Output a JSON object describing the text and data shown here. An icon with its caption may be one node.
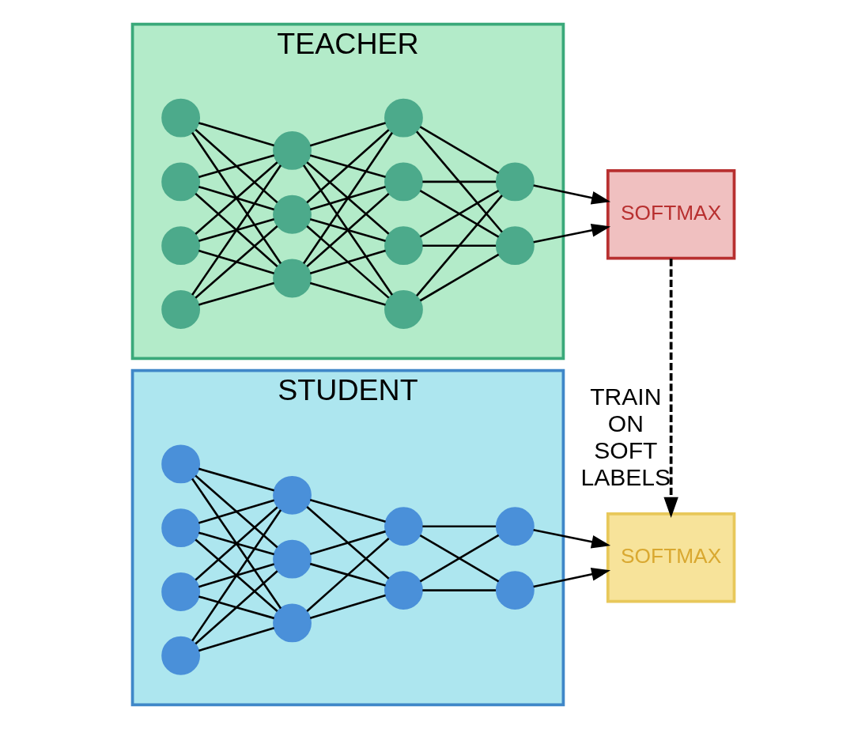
{
  "diagram": {
    "nodes": [
      {
        "text": [
          "TEACHER"
        ]
      },
      {
        "text": [],
        "shape": "circle",
        "in": 0
      },
      {
        "text": [],
        "shape": "circle",
        "in": 0
      },
      {
        "text": [],
        "shape": "circle",
        "in": 0
      },
      {
        "text": [],
        "shape": "circle",
        "in": 0
      },
      {
        "text": [],
        "shape": "circle",
        "in": 0
      },
      {
        "text": [],
        "shape": "circle",
        "in": 0
      },
      {
        "text": [],
        "shape": "circle",
        "in": 0
      },
      {
        "text": [],
        "shape": "circle",
        "in": 0
      },
      {
        "text": [],
        "shape": "circle",
        "in": 0
      },
      {
        "text": [],
        "shape": "circle",
        "in": 0
      },
      {
        "text": [],
        "shape": "circle",
        "in": 0
      },
      {
        "text": [],
        "shape": "circle",
        "in": 0
      },
      {
        "text": [],
        "shape": "circle",
        "in": 0
      },
      {
        "text": [
          "SOFTMAX"
        ]
      },
      {
        "text": [
          "STUDENT"
        ]
      },
      {
        "text": [],
        "shape": "circle",
        "in": 15
      },
      {
        "text": [],
        "shape": "circle",
        "in": 15
      },
      {
        "text": [],
        "shape": "circle",
        "in": 15
      },
      {
        "text": [],
        "shape": "circle",
        "in": 15
      },
      {
        "text": [],
        "shape": "circle",
        "in": 15
      },
      {
        "text": [],
        "shape": "circle",
        "in": 15
      },
      {
        "text": [],
        "shape": "circle",
        "in": 15
      },
      {
        "text": [],
        "shape": "circle",
        "in": 15
      },
      {
        "text": [],
        "shape": "circle",
        "in": 15
      },
      {
        "text": [],
        "shape": "circle",
        "in": 15
      },
      {
        "text": [],
        "shape": "circle",
        "in": 15
      },
      {
        "text": [
          "SOFTMAX"
        ]
      }
    ],
    "edges": [
      {
        "from": 1,
        "to": 5,
        "arrow": "none"
      },
      {
        "from": 1,
        "to": 6,
        "arrow": "none"
      },
      {
        "from": 1,
        "to": 7,
        "arrow": "none"
      },
      {
        "from": 2,
        "to": 5,
        "arrow": "none"
      },
      {
        "from": 2,
        "to": 6,
        "arrow": "none"
      },
      {
        "from": 2,
        "to": 7,
        "arrow": "none"
      },
      {
        "from": 3,
        "to": 5,
        "arrow": "none"
      },
      {
        "from": 3,
        "to": 6,
        "arrow": "none"
      },
      {
        "from": 3,
        "to": 7,
        "arrow": "none"
      },
      {
        "from": 4,
        "to": 5,
        "arrow": "none"
      },
      {
        "from": 4,
        "to": 6,
        "arrow": "none"
      },
      {
        "from": 4,
        "to": 7,
        "arrow": "none"
      },
      {
        "from": 5,
        "to": 8,
        "arrow": "none"
      },
      {
        "from": 5,
        "to": 9,
        "arrow": "none"
      },
      {
        "from": 5,
        "to": 10,
        "arrow": "none"
      },
      {
        "from": 5,
        "to": 11,
        "arrow": "none"
      },
      {
        "from": 6,
        "to": 8,
        "arrow": "none"
      },
      {
        "from": 6,
        "to": 9,
        "arrow": "none"
      },
      {
        "from": 6,
        "to": 10,
        "arrow": "none"
      },
      {
        "from": 6,
        "to": 11,
        "arrow": "none"
      },
      {
        "from": 7,
        "to": 8,
        "arrow": "none"
      },
      {
        "from": 7,
        "to": 9,
        "arrow": "none"
      },
      {
        "from": 7,
        "to": 10,
        "arrow": "none"
      },
      {
        "from": 7,
        "to": 11,
        "arrow": "none"
      },
      {
        "from": 8,
        "to": 12,
        "arrow": "none"
      },
      {
        "from": 8,
        "to": 13,
        "arrow": "none"
      },
      {
        "from": 9,
        "to": 12,
        "arrow": "none"
      },
      {
        "from": 9,
        "to": 13,
        "arrow": "none"
      },
      {
        "from": 10,
        "to": 12,
        "arrow": "none"
      },
      {
        "from": 10,
        "to": 13,
        "arrow": "none"
      },
      {
        "from": 11,
        "to": 12,
        "arrow": "none"
      },
      {
        "from": 11,
        "to": 13,
        "arrow": "none"
      },
      {
        "from": 12,
        "to": 14,
        "arrow": "to"
      },
      {
        "from": 13,
        "to": 14,
        "arrow": "to"
      },
      {
        "from": 14,
        "to": 27,
        "arrow": "to",
        "style": "dashed",
        "label": "TRAIN ON SOFT LABELS"
      },
      {
        "from": 16,
        "to": 20,
        "arrow": "none"
      },
      {
        "from": 16,
        "to": 21,
        "arrow": "none"
      },
      {
        "from": 16,
        "to": 22,
        "arrow": "none"
      },
      {
        "from": 17,
        "to": 20,
        "arrow": "none"
      },
      {
        "from": 17,
        "to": 21,
        "arrow": "none"
      },
      {
        "from": 17,
        "to": 22,
        "arrow": "none"
      },
      {
        "from": 18,
        "to": 20,
        "arrow": "none"
      },
      {
        "from": 18,
        "to": 21,
        "arrow": "none"
      },
      {
        "from": 18,
        "to": 22,
        "arrow": "none"
      },
      {
        "from": 19,
        "to": 20,
        "arrow": "none"
      },
      {
        "from": 19,
        "to": 21,
        "arrow": "none"
      },
      {
        "from": 19,
        "to": 22,
        "arrow": "none"
      },
      {
        "from": 20,
        "to": 23,
        "arrow": "none"
      },
      {
        "from": 20,
        "to": 24,
        "arrow": "none"
      },
      {
        "from": 21,
        "to": 23,
        "arrow": "none"
      },
      {
        "from": 21,
        "to": 24,
        "arrow": "none"
      },
      {
        "from": 22,
        "to": 23,
        "arrow": "none"
      },
      {
        "from": 22,
        "to": 24,
        "arrow": "none"
      },
      {
        "from": 23,
        "to": 25,
        "arrow": "none"
      },
      {
        "from": 23,
        "to": 26,
        "arrow": "none"
      },
      {
        "from": 24,
        "to": 25,
        "arrow": "none"
      },
      {
        "from": 24,
        "to": 26,
        "arrow": "none"
      },
      {
        "from": 25,
        "to": 27,
        "arrow": "to"
      },
      {
        "from": 26,
        "to": 27,
        "arrow": "to"
      }
    ]
  }
}
